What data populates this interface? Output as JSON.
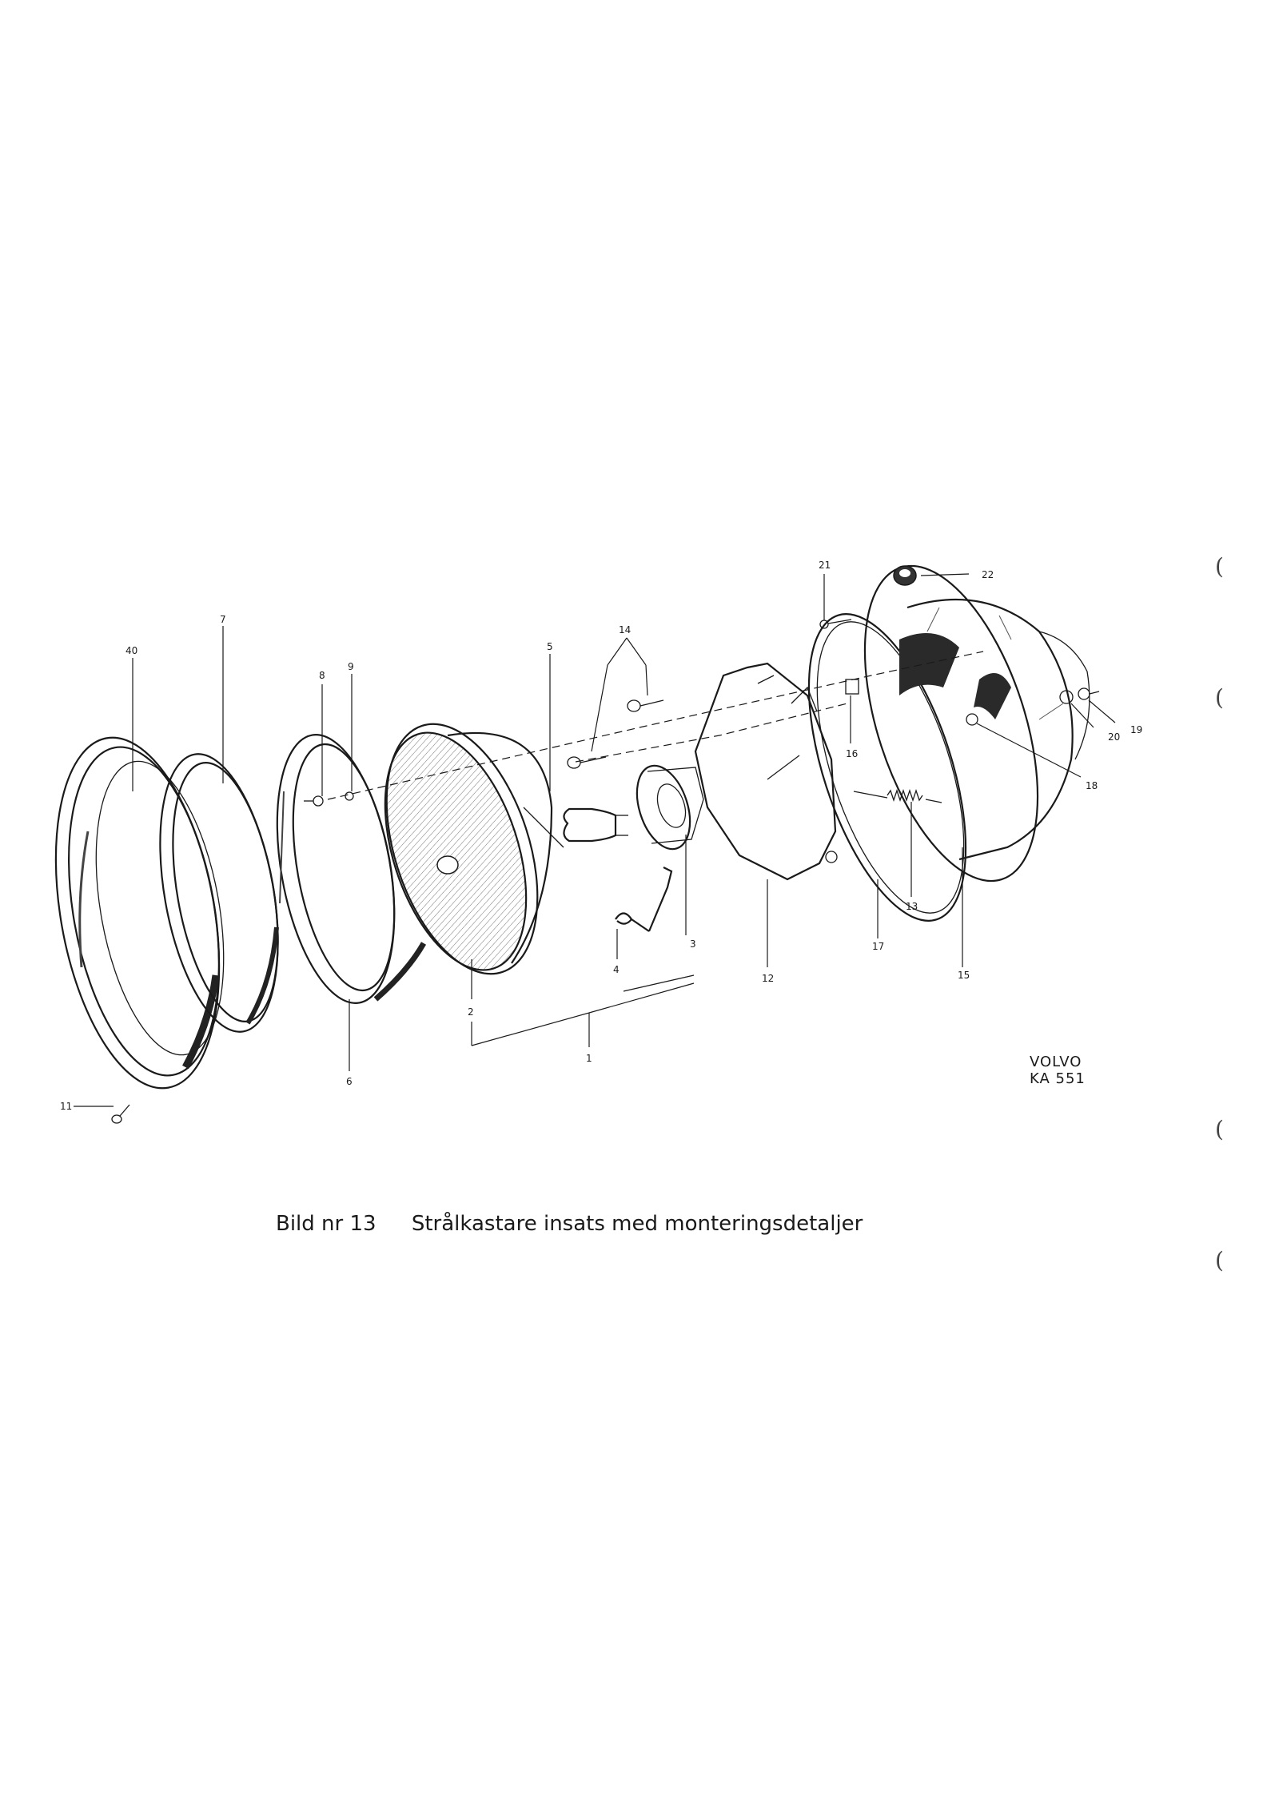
{
  "figure": {
    "caption_number": "Bild nr 13",
    "caption_title": "Strålkastare insats med monteringsdetaljer",
    "stamp_line1": "VOLVO",
    "stamp_line2": "KA 551"
  },
  "callouts": [
    "40",
    "7",
    "8",
    "9",
    "5",
    "14",
    "21",
    "22",
    "16",
    "19",
    "20",
    "18",
    "13",
    "17",
    "15",
    "12",
    "3",
    "4",
    "2",
    "1",
    "6",
    "11"
  ],
  "margin_marks": [
    "(",
    "(",
    "(",
    "("
  ]
}
